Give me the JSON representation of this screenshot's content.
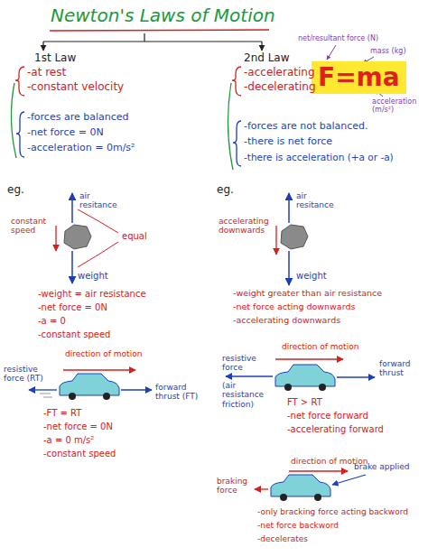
{
  "diagram": {
    "title": "Newton's Laws of Motion",
    "nodes": [
      {
        "text": [
          "F=ma"
        ]
      }
    ],
    "labels": [
      "1st Law",
      "2nd Law",
      "-at rest",
      "-constant velocity",
      "-accelerating",
      "-decelerating",
      "net/resultant force (N)",
      "mass (kg)",
      "acceleration (m/s²)",
      "-forces are balanced",
      "-net force = 0N",
      "-acceleration = 0m/s²",
      "-forces are not balanced.",
      "-there is net force",
      "-there is acceleration (+a or -a)",
      "eg.",
      "eg.",
      "air resitance",
      "constant speed",
      "equal",
      "weight",
      "-weight = air resistance",
      "-net force = 0N",
      "-a = 0",
      "-constant speed",
      "direction of motion",
      "resistive force (RT)",
      "forward thrust (FT)",
      "-FT = RT",
      "-net force = 0N",
      "-a = 0 m/s²",
      "-constant speed",
      "air resitance",
      "accelerating downwards",
      "weight",
      "-weight greater than air resistance",
      "-net force acting downwards",
      "-accelerating downwards",
      "direction of motion",
      "resistive force",
      "(air resistance friction)",
      "forward thrust",
      "FT > RT",
      "-net force forward",
      "-accelerating forward",
      "direction of motion",
      "brake applied",
      "braking force",
      "-only bracking force acting backword",
      "-net force backword",
      "-decelerates"
    ]
  }
}
